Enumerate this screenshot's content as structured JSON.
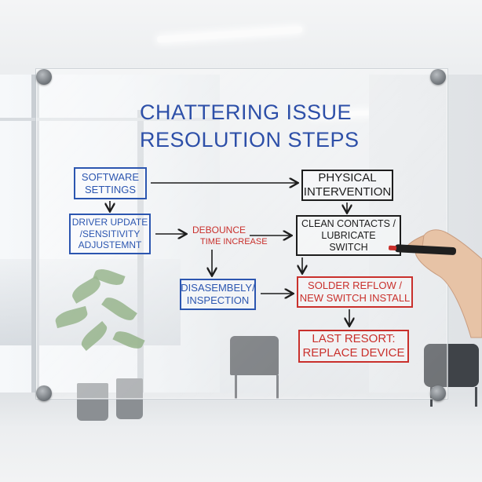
{
  "board": {
    "title_line1": "CHATTERING ISSUE",
    "title_line2": "RESOLUTION STEPS"
  },
  "flow": {
    "software_settings": "SOFTWARE\nSETTINGS",
    "driver_update": "DRIVER UPDATE\n/SENSITIVITY\nADJUSTEMNT",
    "debounce_line1": "DEBOUNCE",
    "debounce_line2": "TIME INCREASE",
    "disassembly": "DISASEMBELY/\nINSPECTION",
    "physical_intervention": "PHYSICAL\nINTERVENTION",
    "clean_contacts": "CLEAN CONTACTS /\nLUBRICATE\nSWITCH",
    "solder_reflow": "SOLDER REFLOW /\nNEW SWITCH INSTALL",
    "last_resort": "LAST RESORT:\nREPLACE DEVICE"
  },
  "colors": {
    "marker_blue": "#2c56b0",
    "marker_black": "#1d1d1d",
    "marker_red": "#c9302c"
  }
}
